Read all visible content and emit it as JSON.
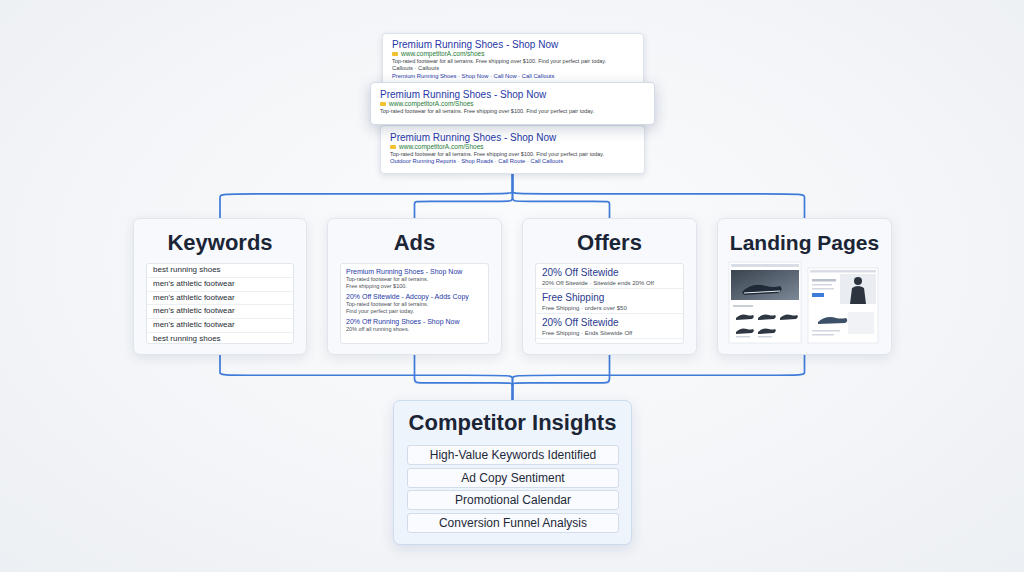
{
  "diagram": {
    "nodes": [
      {
        "text": [
          "Premium Running Shoes - Shop Now",
          "www.competitorA.com/shoes",
          "Top-rated footwear for all terrains. Free shipping over $100. Find your perfect pair today.",
          "Callouts · Callouts",
          "Premium Running Shoes · Shop Now · Call Now · Call Callouts"
        ]
      },
      {
        "text": [
          "Premium Running Shoes - Shop Now",
          "www.competitorA.com/Shoes",
          "Top-rated footwear for all terrains. Free shipping over $100. Find your perfect pair today."
        ]
      },
      {
        "text": [
          "Premium Running Shoes - Shop Now",
          "www.competitorA.com/Shoes",
          "Top-rated footwear for all terrains. Free shipping over $100. Find your perfect pair today.",
          "Outdoor Running Reports · Shop Roads · Call Route · Call Callouts"
        ]
      },
      {
        "text": [
          "Keywords",
          "best running shoes",
          "men's athletic footwear",
          "men's athletic footwear",
          "men's athletic footwear",
          "men's athletic footwear",
          "best running shoes"
        ]
      },
      {
        "text": [
          "Ads",
          "Premium Running Shoes - Shop Now",
          "Top-rated footwear for all terrains.",
          "Free shipping over $100.",
          "20% Off Sitewide - Adcopy - Adds Copy",
          "Top-rated footwear for all terrains.",
          "Find your perfect pair today.",
          "20% Off Running Shoes - Shop Now",
          "20% off all running shoes."
        ]
      },
      {
        "text": [
          "Offers",
          "20% Off Sitewide",
          "20% Off Sitewide · Sitewide ends 20% Off",
          "Free Shipping",
          "Free Shipping · orders over $50",
          "20% Off Sitewide",
          "Free Shipping · Ends Sitewide Off"
        ]
      },
      {
        "text": [
          "Landing Pages"
        ]
      },
      {
        "text": [
          "Competitor Insights"
        ]
      },
      {
        "text": [
          "High-Value Keywords Identified"
        ],
        "in": 7
      },
      {
        "text": [
          "Ad Copy Sentiment"
        ],
        "in": 7
      },
      {
        "text": [
          "Promotional Calendar"
        ],
        "in": 7
      },
      {
        "text": [
          "Conversion Funnel Analysis"
        ],
        "in": 7
      }
    ],
    "edges": [
      {
        "from": 2,
        "to": 3,
        "arrow": "none"
      },
      {
        "from": 2,
        "to": 4,
        "arrow": "none"
      },
      {
        "from": 2,
        "to": 5,
        "arrow": "none"
      },
      {
        "from": 2,
        "to": 6,
        "arrow": "none"
      },
      {
        "from": 3,
        "to": 7,
        "arrow": "none"
      },
      {
        "from": 4,
        "to": 7,
        "arrow": "none"
      },
      {
        "from": 5,
        "to": 7,
        "arrow": "none"
      },
      {
        "from": 6,
        "to": 7,
        "arrow": "none"
      }
    ]
  }
}
